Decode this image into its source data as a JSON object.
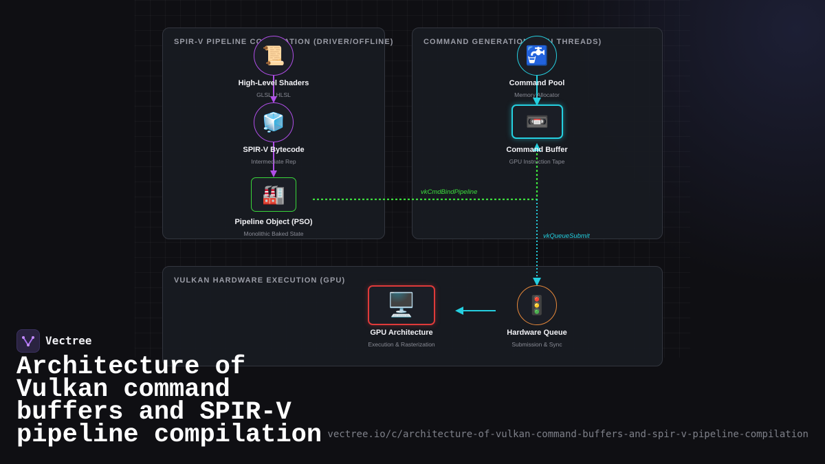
{
  "panels": {
    "spirv": {
      "title": "SPIR-V PIPELINE COMPILATION (DRIVER/OFFLINE)"
    },
    "command": {
      "title": "COMMAND GENERATION (CPU THREADS)"
    },
    "hardware": {
      "title": "VULKAN HARDWARE EXECUTION (GPU)"
    }
  },
  "nodes": {
    "shaders": {
      "label": "High-Level Shaders",
      "sublabel": "GLSL / HLSL",
      "icon": "📜",
      "icon_name": "scroll-icon",
      "color": "#b04ee8"
    },
    "bytecode": {
      "label": "SPIR-V Bytecode",
      "sublabel": "Intermediate Rep",
      "icon": "🧊",
      "icon_name": "ice-cube-icon",
      "color": "#b04ee8"
    },
    "pso": {
      "label": "Pipeline Object (PSO)",
      "sublabel": "Monolithic Baked State",
      "icon": "🏭",
      "icon_name": "factory-icon",
      "color": "#39d83a"
    },
    "pool": {
      "label": "Command Pool",
      "sublabel": "Memory Allocator",
      "icon": "🚰",
      "icon_name": "water-tap-icon",
      "color": "#25d0e0"
    },
    "buffer": {
      "label": "Command Buffer",
      "sublabel": "GPU Instruction Tape",
      "icon": "📼",
      "icon_name": "videocassette-icon",
      "color": "#25d0e0"
    },
    "queue": {
      "label": "Hardware Queue",
      "sublabel": "Submission & Sync",
      "icon": "🚦",
      "icon_name": "traffic-light-icon",
      "color": "#e8893a"
    },
    "gpu": {
      "label": "GPU Architecture",
      "sublabel": "Execution & Rasterization",
      "icon": "🖥️",
      "icon_name": "desktop-computer-icon",
      "color": "#e03a3a"
    }
  },
  "edges": {
    "bind": {
      "label": "vkCmdBindPipeline",
      "color": "#3de03d"
    },
    "submit": {
      "label": "vkQueueSubmit",
      "color": "#25d0e0"
    }
  },
  "colors": {
    "purple": "#b04ee8",
    "green": "#39d83a",
    "cyan": "#25d0e0"
  },
  "brand": {
    "name": "Vectree"
  },
  "title": "Architecture of Vulkan command buffers and SPIR-V pipeline compilation",
  "url": "vectree.io/c/architecture-of-vulkan-command-buffers-and-spir-v-pipeline-compilation"
}
